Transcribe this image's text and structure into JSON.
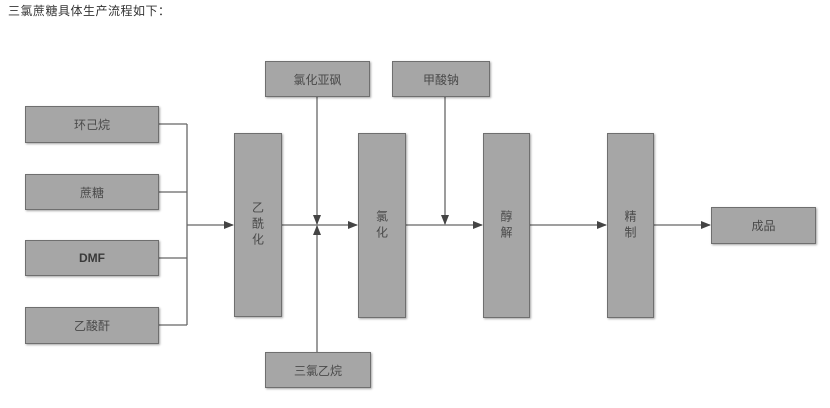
{
  "title": "三氯蔗糖具体生产流程如下：",
  "diagram": {
    "type": "process-flowchart",
    "colors": {
      "box_fill": "#a6a6a6",
      "box_border": "#6f6f6f",
      "line": "#555555",
      "text": "#4a4a4a"
    },
    "inputs": [
      {
        "id": "cyclohexane",
        "label": "环己烷"
      },
      {
        "id": "sucrose",
        "label": "蔗糖"
      },
      {
        "id": "dmf",
        "label": "DMF"
      },
      {
        "id": "acetic-anhydride",
        "label": "乙酸酐"
      }
    ],
    "additives": {
      "thionyl_chloride": "氯化亚砜",
      "sodium_formate": "甲酸钠",
      "trichloroethane": "三氯乙烷"
    },
    "steps": [
      {
        "id": "acetylation",
        "label": "乙酰化"
      },
      {
        "id": "chlorination",
        "label": "氯化"
      },
      {
        "id": "alcoholysis",
        "label": "醇解"
      },
      {
        "id": "refining",
        "label": "精制"
      }
    ],
    "product": {
      "label": "成品"
    },
    "edges": [
      [
        "环己烷",
        "乙酰化"
      ],
      [
        "蔗糖",
        "乙酰化"
      ],
      [
        "DMF",
        "乙酰化"
      ],
      [
        "乙酸酐",
        "乙酰化"
      ],
      [
        "乙酰化",
        "氯化"
      ],
      [
        "氯化亚砜",
        "氯化"
      ],
      [
        "三氯乙烷",
        "氯化"
      ],
      [
        "氯化",
        "醇解"
      ],
      [
        "甲酸钠",
        "醇解"
      ],
      [
        "醇解",
        "精制"
      ],
      [
        "精制",
        "成品"
      ]
    ]
  }
}
